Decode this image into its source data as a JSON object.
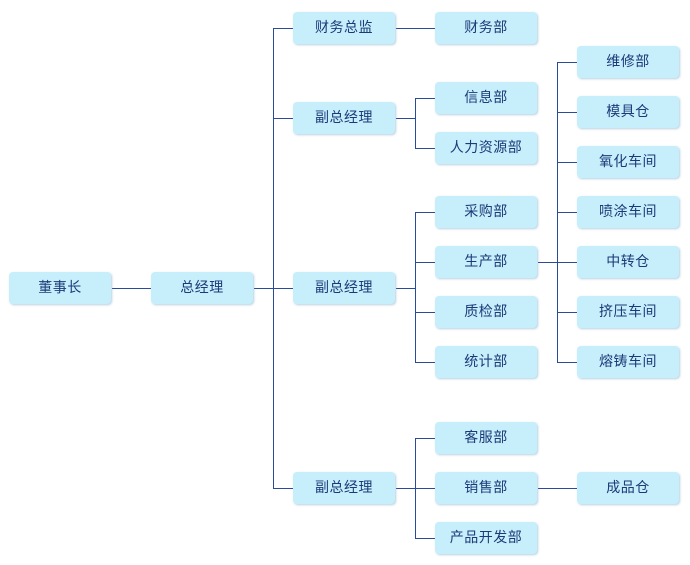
{
  "nodes": {
    "chairman": "董事长",
    "general_manager": "总经理",
    "finance_director": "财务总监",
    "finance_dept": "财务部",
    "vp1": "副总经理",
    "info_dept": "信息部",
    "hr_dept": "人力资源部",
    "vp2": "副总经理",
    "purchasing_dept": "采购部",
    "production_dept": "生产部",
    "qc_dept": "质检部",
    "statistics_dept": "统计部",
    "maintenance_dept": "维修部",
    "mold_warehouse": "模具仓",
    "oxidation_workshop": "氧化车间",
    "spray_workshop": "喷涂车间",
    "transfer_warehouse": "中转仓",
    "extrusion_workshop": "挤压车间",
    "casting_workshop": "熔铸车间",
    "vp3": "副总经理",
    "customer_service_dept": "客服部",
    "sales_dept": "销售部",
    "product_dev_dept": "产品开发部",
    "finished_goods_warehouse": "成品仓"
  },
  "colors": {
    "box_fill": "#c7eefb",
    "text": "#1a3a78",
    "connector": "#2a4a9a"
  }
}
